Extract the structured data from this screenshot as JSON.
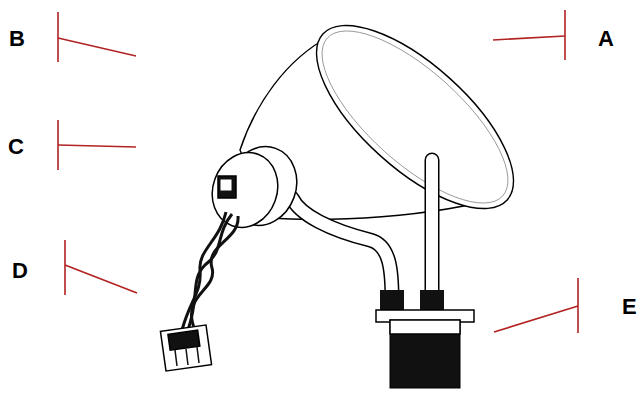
{
  "diagram": {
    "labels": [
      "B",
      "A",
      "C",
      "D",
      "E"
    ]
  }
}
